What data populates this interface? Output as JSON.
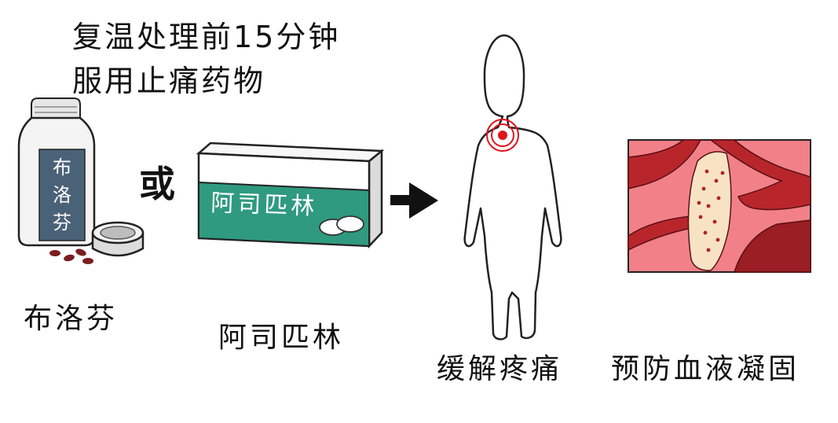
{
  "instruction": {
    "line1": "复温处理前15分钟",
    "line2": "服用止痛药物"
  },
  "bottle": {
    "label_chars": [
      "布",
      "洛",
      "芬"
    ],
    "caption": "布洛芬"
  },
  "connector": {
    "or": "或"
  },
  "pill_box": {
    "label": "阿司匹林",
    "caption": "阿司匹林"
  },
  "body_figure": {
    "caption": "缓解疼痛"
  },
  "vessel": {
    "caption": "预防血液凝固"
  },
  "colors": {
    "bottle_label": "#4a6278",
    "box_green": "#2f9a80",
    "pain_red": "#e0141c",
    "vessel_bg": "#f28088",
    "vessel_wall": "#b8262c",
    "clot_cream": "#f7e3c4",
    "clot_dot": "#b0222b"
  }
}
